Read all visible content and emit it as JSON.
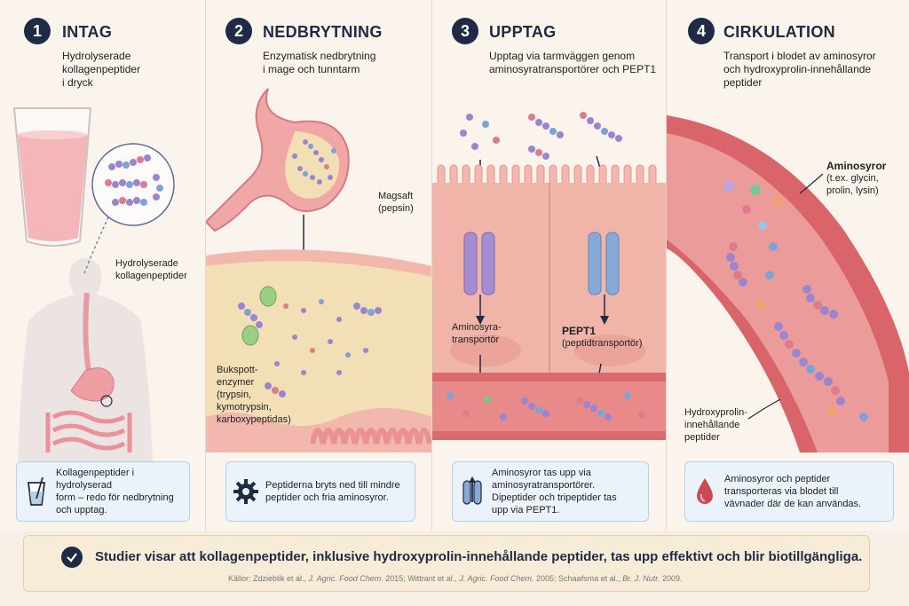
{
  "steps": [
    {
      "number": "1",
      "title": "INTAG",
      "description": [
        "Hydrolyserade",
        "kollagenpeptider",
        "i dryck"
      ],
      "labels": {
        "peptides": [
          "Hydrolyserade",
          "kollagenpeptider"
        ]
      },
      "info": [
        "Kollagenpeptider i hydrolyserad",
        "form – redo för nedbrytning",
        "och upptag."
      ],
      "info_icon": "glass-icon"
    },
    {
      "number": "2",
      "title": "NEDBRYTNING",
      "description": [
        "Enzymatisk nedbrytning",
        "i mage och tunntarm"
      ],
      "labels": {
        "gastric": [
          "Magsaft",
          "(pepsin)"
        ],
        "pancreatic": [
          "Bukspott-",
          "enzymer",
          "(trypsin,",
          "kymotrypsin,",
          "karboxypeptidas)"
        ]
      },
      "info": [
        "Peptiderna bryts ned till mindre",
        "peptider och fria aminosyror."
      ],
      "info_icon": "gear-icon"
    },
    {
      "number": "3",
      "title": "UPPTAG",
      "description": [
        "Upptag via tarmväggen genom",
        "aminosyratransportörer och PEPT1"
      ],
      "labels": {
        "aa_transporter": [
          "Aminosyra-",
          "transportör"
        ],
        "pept1": [
          "PEPT1",
          "(peptidtransportör)"
        ]
      },
      "info": [
        "Aminosyror tas upp via",
        "aminosyratransportörer.",
        "Dipeptider och tripeptider tas",
        "upp via PEPT1."
      ],
      "info_icon": "transporter-icon"
    },
    {
      "number": "4",
      "title": "CIRKULATION",
      "description": [
        "Transport i blodet av aminosyror",
        "och hydroxyprolin-innehållande",
        "peptider"
      ],
      "labels": {
        "amino_acids": [
          "Aminosyror",
          "(t.ex. glycin,",
          "prolin, lysin)"
        ],
        "hyp_peptides": [
          "Hydroxyprolin-",
          "innehållande",
          "peptider"
        ]
      },
      "info": [
        "Aminosyror och peptider",
        "transporteras via blodet till",
        "vävnader där de kan användas."
      ],
      "info_icon": "blood-drop-icon"
    }
  ],
  "conclusion": "Studier visar att kollagenpeptider, inklusive hydroxyprolin-innehållande peptider, tas upp effektivt och blir biotillgängliga.",
  "sources": [
    {
      "prefix": "Källor: Zdzieblik et al., ",
      "journal": "J. Agric. Food Chem.",
      "suffix": " 2015; "
    },
    {
      "prefix": "Wittrant et al., ",
      "journal": "J. Agric. Food Chem.",
      "suffix": " 2005; "
    },
    {
      "prefix": "Schaafsma et al., ",
      "journal": "Br. J. Nutr.",
      "suffix": " 2009."
    }
  ],
  "colors": {
    "navy": "#1f2a44",
    "purple_bead": "#9a86cf",
    "blue_bead": "#7fa2d6",
    "pink_bead": "#e07b8e",
    "green_bead": "#7cc59a",
    "orange_bead": "#f0a071",
    "tissue": "#eaa59b",
    "blood": "#c94a52",
    "info_bg": "#eaf3fa"
  }
}
